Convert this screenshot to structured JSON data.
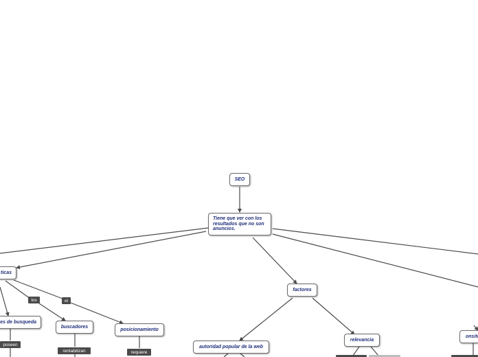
{
  "diagram": {
    "nodes": {
      "seo": "SEO",
      "definition": "Tiene que ver con los resultados que no son anuncios.",
      "caracteristicas": "ticas",
      "motores": "es de busqueda",
      "buscadores": "buscadores",
      "posicionamiento": "posicionamiento",
      "factores": "factores",
      "autoridad": "autoridad popular de la web",
      "relevancia": "relevancia",
      "onsite": "onsite"
    },
    "links": {
      "los": "los",
      "el": "el",
      "poseen": "poseen",
      "rentabilizan": "rentabilizan",
      "requiere": "requiere"
    },
    "colors": {
      "node_text": "#1f2e7a",
      "node_border": "#6b6b6b",
      "link_fill": "#4a4a4a",
      "edge": "#4a4a4a"
    }
  }
}
